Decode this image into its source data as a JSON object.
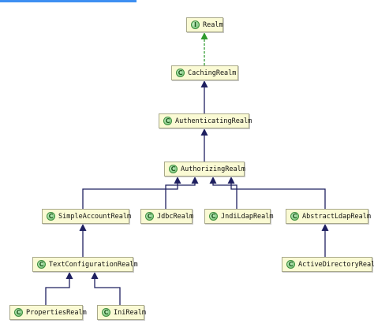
{
  "colors": {
    "node_fill": "#fafad4",
    "node_border": "#a9a98a",
    "extends_arrow": "#1f2060",
    "implements_arrow": "#2f9a2f",
    "accent": "#3d8ff2"
  },
  "nodes": {
    "realm": {
      "label": "Realm",
      "badge": "I",
      "icon": "interface-icon"
    },
    "caching_realm": {
      "label": "CachingRealm",
      "badge": "C",
      "icon": "class-icon"
    },
    "authenticating_realm": {
      "label": "AuthenticatingRealm",
      "badge": "C",
      "icon": "class-icon"
    },
    "authorizing_realm": {
      "label": "AuthorizingRealm",
      "badge": "C",
      "icon": "class-icon"
    },
    "simple_account_realm": {
      "label": "SimpleAccountRealm",
      "badge": "C",
      "icon": "class-icon"
    },
    "jdbc_realm": {
      "label": "JdbcRealm",
      "badge": "C",
      "icon": "class-icon"
    },
    "jndi_ldap_realm": {
      "label": "JndiLdapRealm",
      "badge": "C",
      "icon": "class-icon"
    },
    "abstract_ldap_realm": {
      "label": "AbstractLdapRealm",
      "badge": "C",
      "icon": "class-icon"
    },
    "text_configuration_realm": {
      "label": "TextConfigurationRealm",
      "badge": "C",
      "icon": "class-icon"
    },
    "active_directory_realm": {
      "label": "ActiveDirectoryRealm",
      "badge": "C",
      "icon": "class-icon"
    },
    "properties_realm": {
      "label": "PropertiesRealm",
      "badge": "C",
      "icon": "class-icon"
    },
    "ini_realm": {
      "label": "IniRealm",
      "badge": "C",
      "icon": "class-icon"
    }
  },
  "edges": [
    {
      "from": "caching_realm",
      "to": "realm",
      "kind": "implements"
    },
    {
      "from": "authenticating_realm",
      "to": "caching_realm",
      "kind": "extends"
    },
    {
      "from": "authorizing_realm",
      "to": "authenticating_realm",
      "kind": "extends"
    },
    {
      "from": "simple_account_realm",
      "to": "authorizing_realm",
      "kind": "extends"
    },
    {
      "from": "jdbc_realm",
      "to": "authorizing_realm",
      "kind": "extends"
    },
    {
      "from": "jndi_ldap_realm",
      "to": "authorizing_realm",
      "kind": "extends"
    },
    {
      "from": "abstract_ldap_realm",
      "to": "authorizing_realm",
      "kind": "extends"
    },
    {
      "from": "text_configuration_realm",
      "to": "simple_account_realm",
      "kind": "extends"
    },
    {
      "from": "active_directory_realm",
      "to": "abstract_ldap_realm",
      "kind": "extends"
    },
    {
      "from": "properties_realm",
      "to": "text_configuration_realm",
      "kind": "extends"
    },
    {
      "from": "ini_realm",
      "to": "text_configuration_realm",
      "kind": "extends"
    }
  ]
}
